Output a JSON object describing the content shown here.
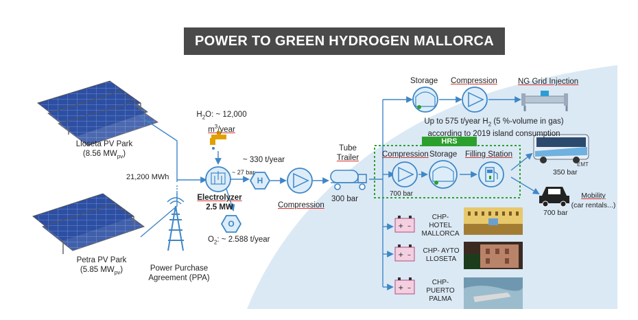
{
  "title": "POWER TO GREEN HYDROGEN MALLORCA",
  "colors": {
    "pipe": "#3f86c6",
    "icon_fill": "#dcedf9",
    "sea": "#dbe9f5",
    "title_bg": "#4a4a4a",
    "hrs_green": "#2ca02c",
    "panel": "#2d4fa3"
  },
  "pv_parks": [
    {
      "name": "Lloseta PV Park",
      "capacity": "(8.56 MW",
      "sub": "pv",
      "close": ")"
    },
    {
      "name": "Petra PV Park",
      "capacity": "(5.85 MW",
      "sub": "pv",
      "close": ")"
    }
  ],
  "energy": "21,200 MWh",
  "ppa": {
    "line1": "Power Purchase",
    "line2": "Agreement (PPA)"
  },
  "water": {
    "prefix": "H",
    "sub": "2",
    "rest": "O: ~ 12,000",
    "unit": "m",
    "sup": "3",
    "unit_rest": "/year"
  },
  "electrolyzer": {
    "name": "Electrolyzer",
    "power": "2.5 MW",
    "pressure": "~ 27 bar"
  },
  "oxygen": {
    "prefix": "O",
    "sub": "2",
    "rest": ": ~ 2.588 t/year",
    "icon": "O"
  },
  "hydrogen": {
    "rate": "~ 330 t/year",
    "icon": "H"
  },
  "compression_main": "Compression",
  "tube_trailer": {
    "line1": "Tube",
    "line2": "Trailer",
    "pressure": "300 bar"
  },
  "top_branch": {
    "storage": "Storage",
    "compression": "Compression",
    "grid": "NG Grid Injection",
    "note1_a": "Up to 575 t/year H",
    "note1_sub": "2",
    "note1_b": " (5 %-volume in gas)",
    "note2": "according to 2019 island consumption"
  },
  "hrs": {
    "badge": "HRS",
    "compression": "Compression",
    "compression_pressure": "700 bar",
    "storage": "Storage",
    "filling": "Filling Station"
  },
  "bus": {
    "label": "350 bar",
    "logo": "EMT"
  },
  "mobility": {
    "label": "Mobility",
    "note": "(car rentals...)",
    "pressure": "700 bar"
  },
  "chp": [
    {
      "line1": "CHP-",
      "line2": "HOTEL",
      "line3": "MALLORCA"
    },
    {
      "line1": "CHP- AYTO",
      "line2": "LLOSETA",
      "line3": ""
    },
    {
      "line1": "CHP-",
      "line2": "PUERTO",
      "line3": "PALMA"
    }
  ]
}
